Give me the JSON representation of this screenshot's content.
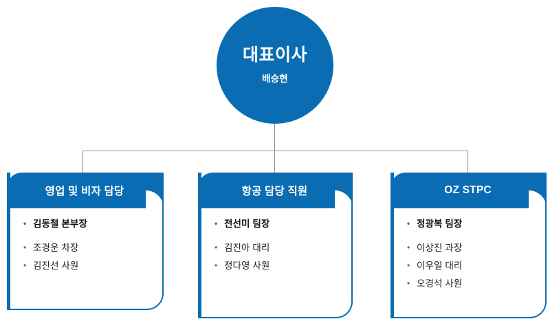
{
  "colors": {
    "brand_blue": "#0a6db4",
    "bullet_blue": "#1f6fc0",
    "connector_gray": "#8a8a8a",
    "text_dark": "#1c1c1c",
    "header_text": "#ffffff",
    "background": "#ffffff"
  },
  "root": {
    "title": "대표이사",
    "name": "배승현"
  },
  "departments": [
    {
      "header": "영업 및 비자 담당",
      "members": [
        {
          "label": "김동철 본부장",
          "lead": true
        },
        {
          "label": "조경운 차장",
          "lead": false
        },
        {
          "label": "김진선 사원",
          "lead": false
        }
      ]
    },
    {
      "header": "항공 담당 직원",
      "members": [
        {
          "label": "전선미 팀장",
          "lead": true
        },
        {
          "label": "김진아 대리",
          "lead": false
        },
        {
          "label": "정다영 사원",
          "lead": false
        }
      ]
    },
    {
      "header": "OZ STPC",
      "members": [
        {
          "label": "정광복 팀장",
          "lead": true
        },
        {
          "label": "이상진 과장",
          "lead": false
        },
        {
          "label": "이우일 대리",
          "lead": false
        },
        {
          "label": "오경석 사원",
          "lead": false
        }
      ]
    }
  ],
  "bullet_glyph": "•"
}
